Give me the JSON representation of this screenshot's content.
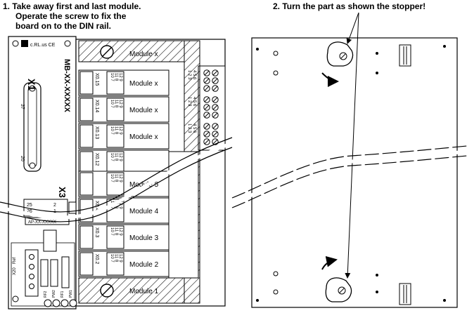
{
  "captions": {
    "step1_line1": "1. Take away first and last module.",
    "step1_line2": "Operate the screw to fix the",
    "step1_line3": "board on to the DIN rail.",
    "step2": "2. Turn the part as shown the stopper!"
  },
  "board": {
    "part_number": "MB-XX-XXXXX",
    "connector_x1": "X1",
    "connector_x3": "X3",
    "cert_marks": "c.RL.us CE",
    "pin_37": "37",
    "pin_20": "20",
    "pin_25": "25",
    "pin_26": "26",
    "pin_2": "2",
    "pin_1": "1",
    "adapter_label": "AP-XX-XXXXX",
    "led_labels": [
      "RF2",
      "PW2",
      "RF1",
      "PW1"
    ],
    "small_labels": [
      "X20",
      "Ref"
    ]
  },
  "modules": [
    {
      "label": "Module x",
      "slot": ""
    },
    {
      "label": "Module x",
      "slot": "X0.15"
    },
    {
      "label": "Module x",
      "slot": "X0.14"
    },
    {
      "label": "Module x",
      "slot": "X0.13"
    },
    {
      "label": "",
      "slot": "X0.12"
    },
    {
      "label": "Module 5",
      "slot": ""
    },
    {
      "label": "Module 4",
      "slot": "X0.4"
    },
    {
      "label": "Module 3",
      "slot": "X0.3"
    },
    {
      "label": "Module 2",
      "slot": "X0.2"
    },
    {
      "label": "Module 1",
      "slot": ""
    }
  ],
  "terminals": {
    "left_top": "10 7",
    "left_mid": "11 8",
    "left_bot": "12 9",
    "right_top": "1 2 3",
    "right_bot": "4 5 6",
    "pin_side": "4 1 5 2 6 3"
  }
}
